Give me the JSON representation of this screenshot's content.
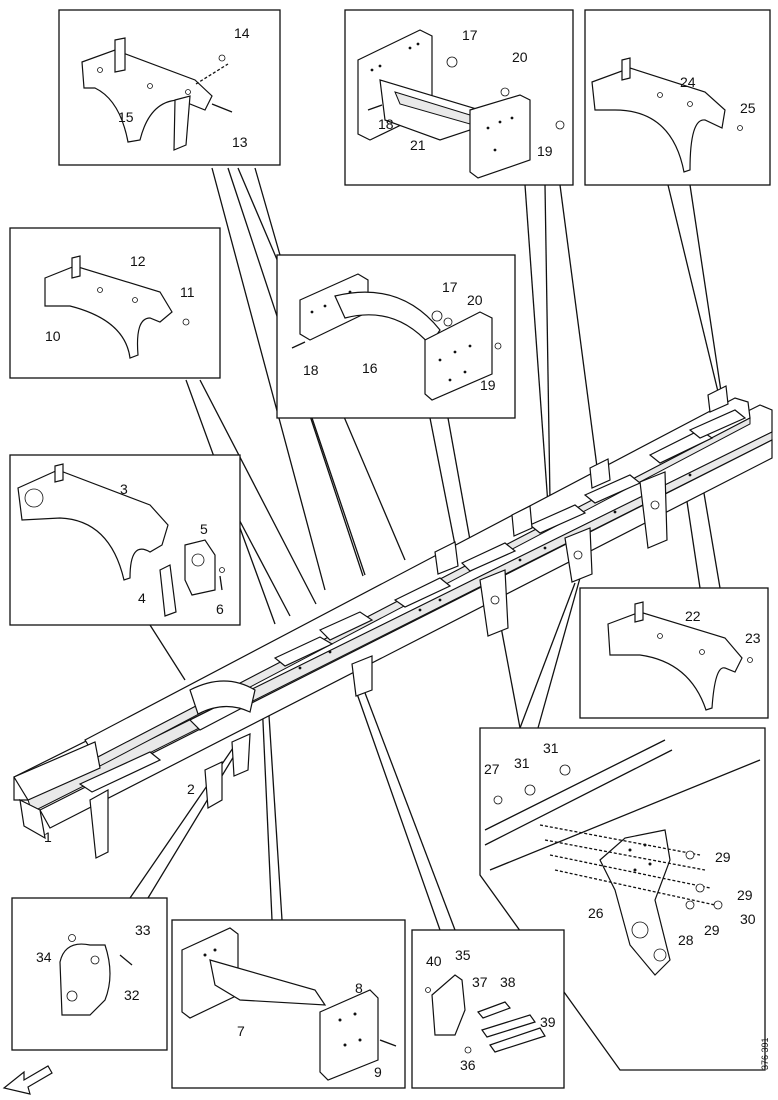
{
  "figure": {
    "reference_code": "376 391",
    "labels": {
      "p1": "1",
      "p2": "2",
      "p3": "3",
      "p4": "4",
      "p5": "5",
      "p6": "6",
      "p7": "7",
      "p8": "8",
      "p9": "9",
      "p10": "10",
      "p11": "11",
      "p12": "12",
      "p13": "13",
      "p14": "14",
      "p15": "15",
      "p16": "16",
      "p17a": "17",
      "p17b": "17",
      "p18a": "18",
      "p18b": "18",
      "p19a": "19",
      "p19b": "19",
      "p20a": "20",
      "p20b": "20",
      "p21": "21",
      "p22": "22",
      "p23": "23",
      "p24": "24",
      "p25": "25",
      "p26": "26",
      "p27": "27",
      "p28": "28",
      "p29a": "29",
      "p29b": "29",
      "p29c": "29",
      "p30": "30",
      "p31a": "31",
      "p31b": "31",
      "p32": "32",
      "p33": "33",
      "p34": "34",
      "p35": "35",
      "p36": "36",
      "p37": "37",
      "p38": "38",
      "p39": "39",
      "p40": "40"
    }
  }
}
